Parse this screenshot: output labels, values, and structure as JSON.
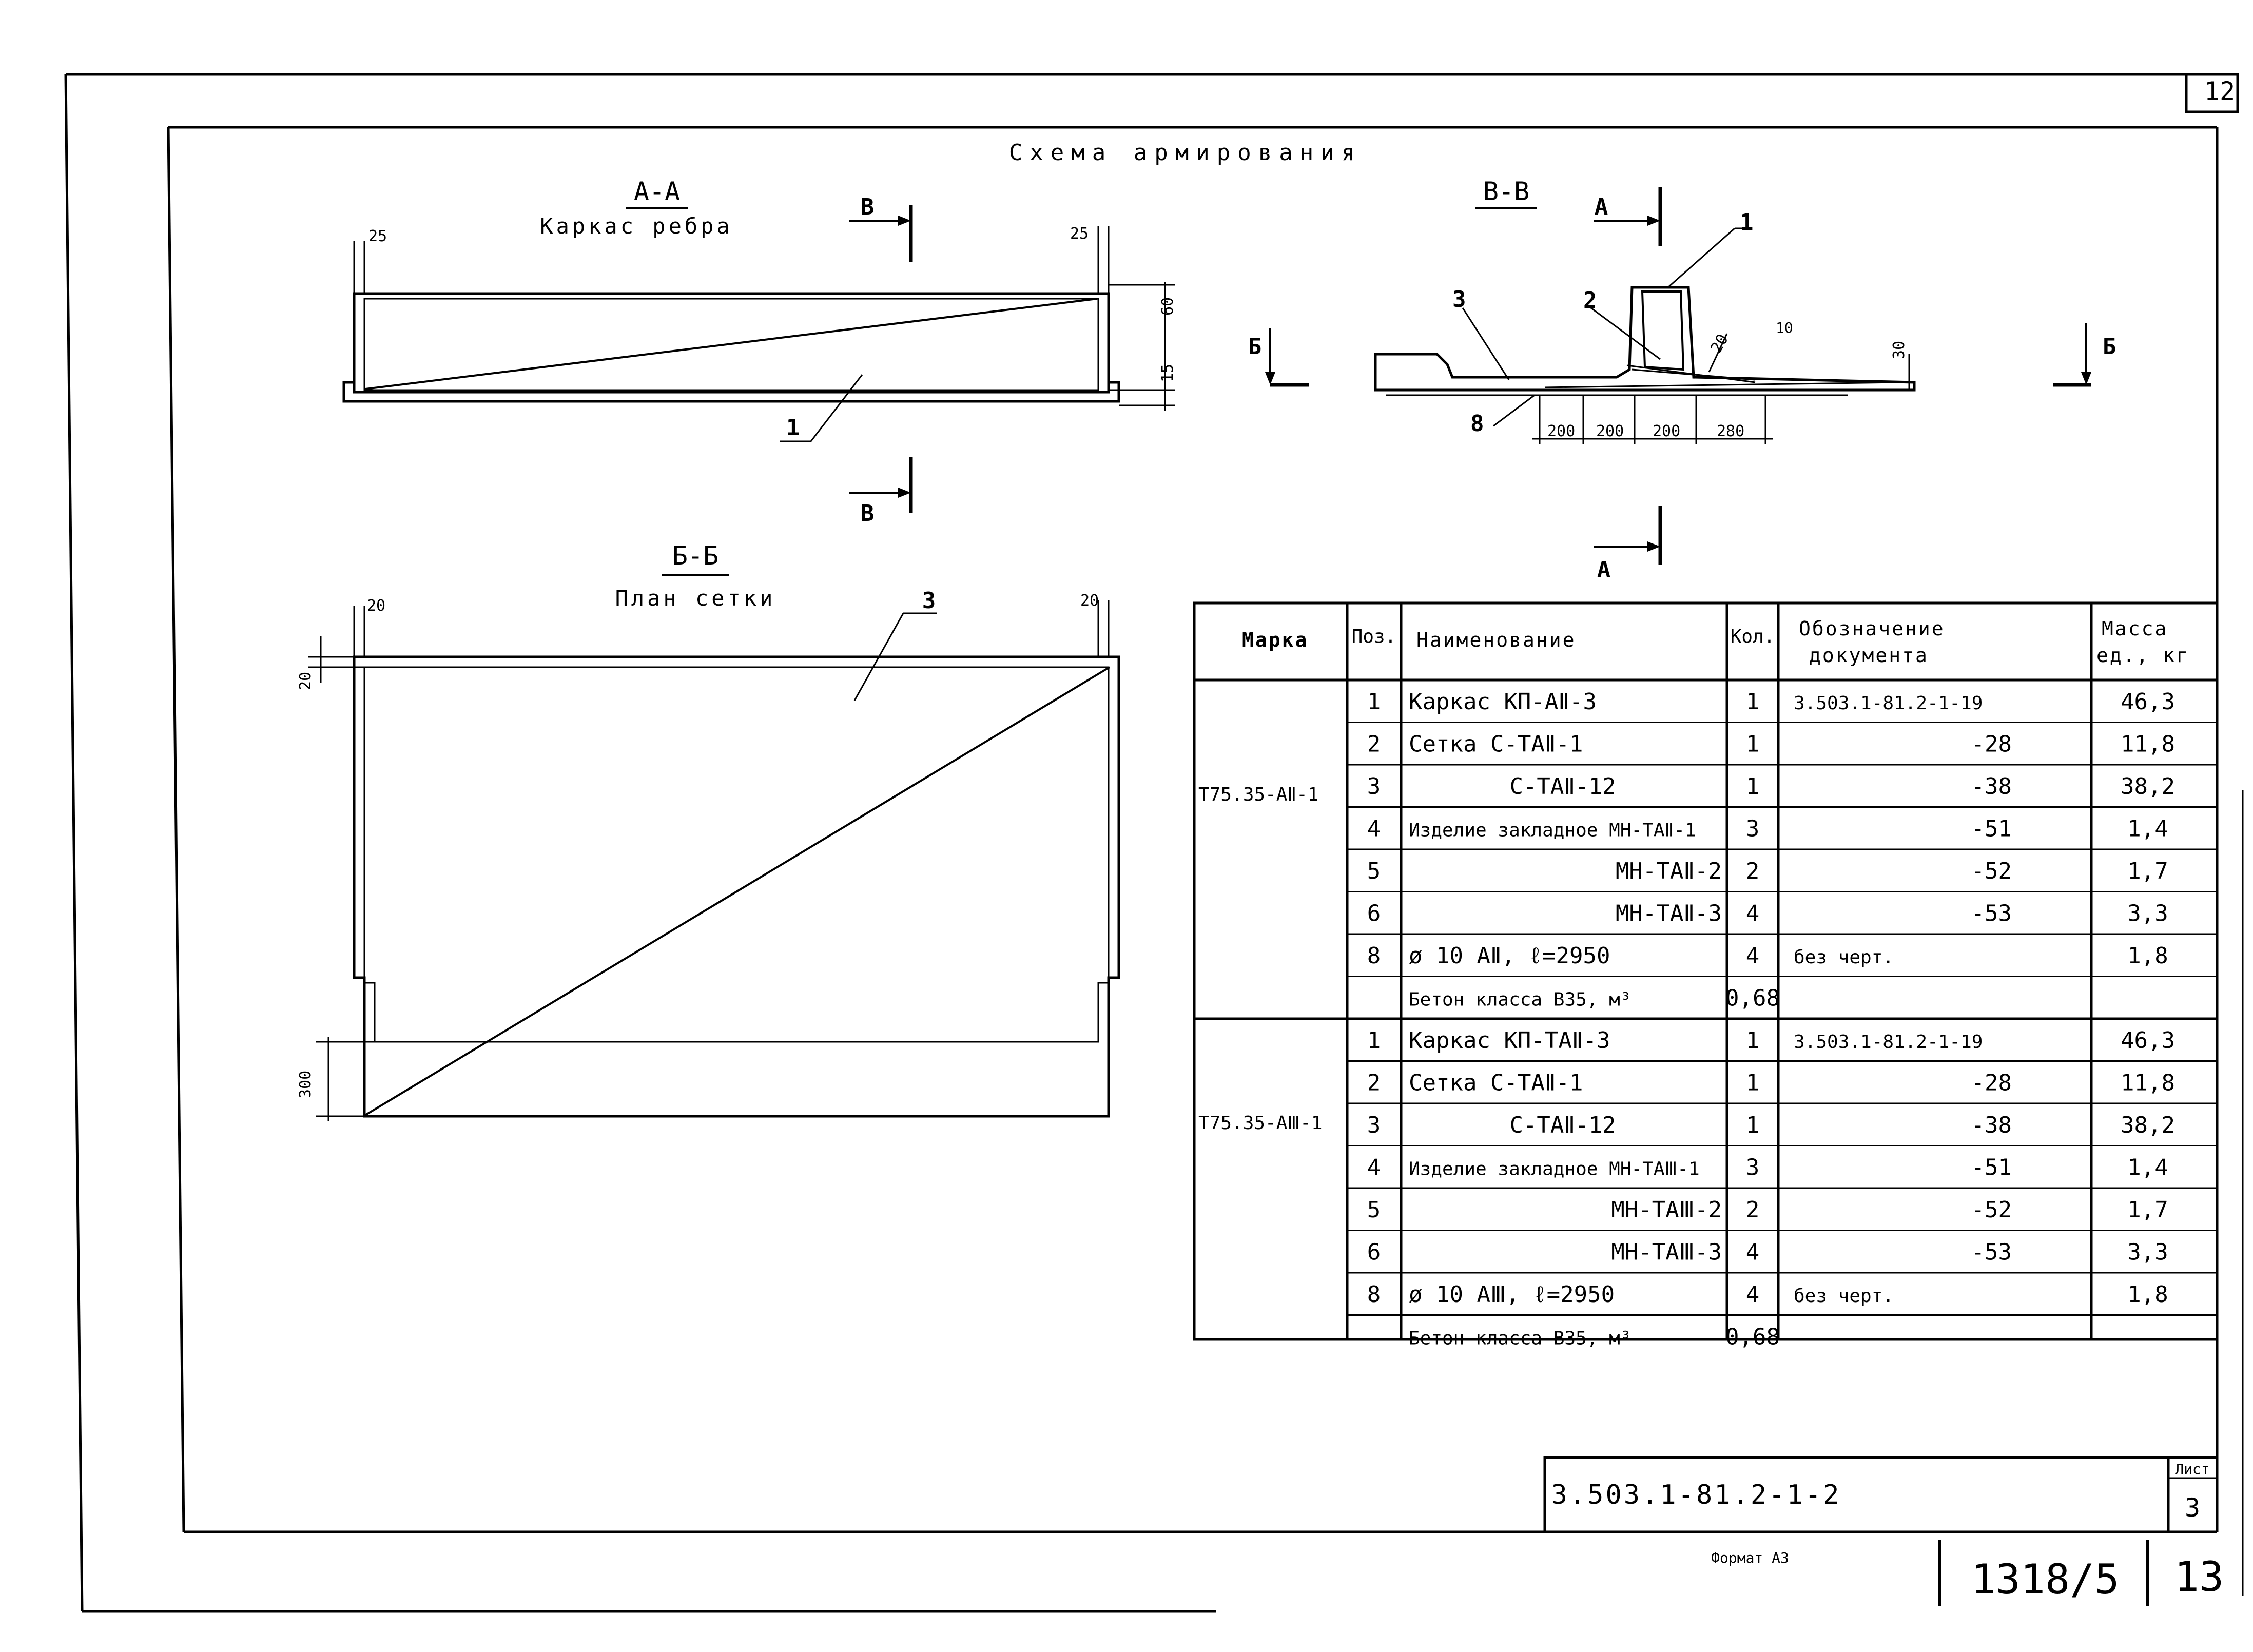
{
  "page_number_top": "12",
  "title": "Схема армирования",
  "sections": {
    "aa": {
      "label": "А-А",
      "subtitle": "Каркас ребра",
      "dim_left": "25",
      "dim_right": "25",
      "dim_v1": "60",
      "dim_v2": "15",
      "callout": "1"
    },
    "vv": {
      "label": "В-В",
      "dims": [
        "200",
        "200",
        "200",
        "280"
      ],
      "dim_v": "30",
      "dim_a": "20",
      "dim_b": "10",
      "callouts": [
        "1",
        "2",
        "3",
        "8"
      ]
    },
    "bb": {
      "label": "Б-Б",
      "subtitle": "План сетки",
      "dim_left": "20",
      "dim_right": "20",
      "dim_v_top": "20",
      "dim_v_bottom": "300",
      "callout": "3"
    }
  },
  "cut_marks": {
    "a": "А",
    "b": "Б",
    "v": "В"
  },
  "table": {
    "headers": {
      "mark": "Марка",
      "pos": "Поз.",
      "name": "Наименование",
      "qty": "Кол.",
      "doc_line1": "Обозначение",
      "doc_line2": "документа",
      "mass_line1": "Масса",
      "mass_line2": "ед., кг"
    },
    "groups": [
      {
        "mark": "Т75.35-АⅡ-1",
        "rows": [
          {
            "pos": "1",
            "name": "Каркас КП-АⅡ-3",
            "qty": "1",
            "doc": "3.503.1-81.2-1-19",
            "mass": "46,3"
          },
          {
            "pos": "2",
            "name": "Сетка С-ТАⅡ-1",
            "qty": "1",
            "doc": "-28",
            "mass": "11,8"
          },
          {
            "pos": "3",
            "name": "С-ТАⅡ-12",
            "qty": "1",
            "doc": "-38",
            "mass": "38,2"
          },
          {
            "pos": "4",
            "name": "Изделие закладное МН-ТАⅡ-1",
            "qty": "3",
            "doc": "-51",
            "mass": "1,4"
          },
          {
            "pos": "5",
            "name": "МН-ТАⅡ-2",
            "qty": "2",
            "doc": "-52",
            "mass": "1,7"
          },
          {
            "pos": "6",
            "name": "МН-ТАⅡ-3",
            "qty": "4",
            "doc": "-53",
            "mass": "3,3"
          },
          {
            "pos": "8",
            "name": "ø 10 АⅡ, ℓ=2950",
            "qty": "4",
            "doc": "без черт.",
            "mass": "1,8"
          },
          {
            "pos": "",
            "name": "Бетон класса В35, м³",
            "qty": "0,68",
            "doc": "",
            "mass": ""
          }
        ]
      },
      {
        "mark": "Т75.35-АⅢ-1",
        "rows": [
          {
            "pos": "1",
            "name": "Каркас КП-ТАⅡ-3",
            "qty": "1",
            "doc": "3.503.1-81.2-1-19",
            "mass": "46,3"
          },
          {
            "pos": "2",
            "name": "Сетка С-ТАⅡ-1",
            "qty": "1",
            "doc": "-28",
            "mass": "11,8"
          },
          {
            "pos": "3",
            "name": "С-ТАⅡ-12",
            "qty": "1",
            "doc": "-38",
            "mass": "38,2"
          },
          {
            "pos": "4",
            "name": "Изделие закладное МН-ТАⅢ-1",
            "qty": "3",
            "doc": "-51",
            "mass": "1,4"
          },
          {
            "pos": "5",
            "name": "МН-ТАⅢ-2",
            "qty": "2",
            "doc": "-52",
            "mass": "1,7"
          },
          {
            "pos": "6",
            "name": "МН-ТАⅢ-3",
            "qty": "4",
            "doc": "-53",
            "mass": "3,3"
          },
          {
            "pos": "8",
            "name": "ø 10 АⅢ, ℓ=2950",
            "qty": "4",
            "doc": "без черт.",
            "mass": "1,8"
          },
          {
            "pos": "",
            "name": "Бетон класса В35, м³",
            "qty": "0,68",
            "doc": "",
            "mass": ""
          }
        ]
      }
    ]
  },
  "stamp": {
    "code": "3.503.1-81.2-1-2",
    "sheet_label": "Лист",
    "sheet_number": "3"
  },
  "format_label": "Формат А3",
  "album_number": "1318/5",
  "page_number_bottom": "13"
}
